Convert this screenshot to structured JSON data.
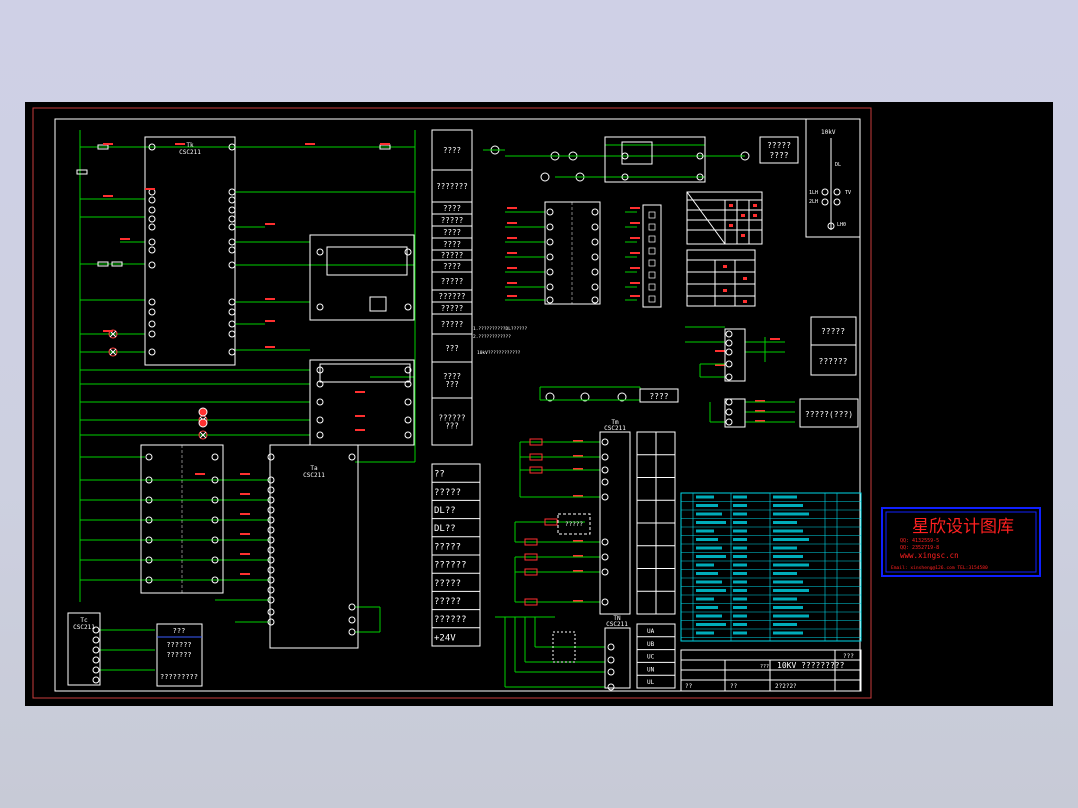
{
  "colors": {
    "background": "#000000",
    "wire": "#00d000",
    "frame": "#ffffff",
    "border_red": "#c83c3c",
    "table_cyan": "#00d8e8",
    "logo_blue": "#1020ff",
    "logo_red": "#ff2020"
  },
  "left_panel": {
    "tb_label": "Tk",
    "tb_model": "CSC211",
    "ta_label": "Ta",
    "ta_model": "CSC211",
    "tc_label": "Tc",
    "tc_model": "CSC211",
    "bottom_box_lines": [
      "???",
      "??????",
      "??????",
      "?????????"
    ]
  },
  "terminal_strip_1": [
    "????",
    "???????",
    "????",
    "?????",
    "????",
    "????",
    "?????",
    "????",
    "?????",
    "??????",
    "?????",
    "?????",
    "???",
    "????\n???",
    "??????\n???"
  ],
  "terminal_strip_2": [
    "??",
    "?????",
    "DL??",
    "DL??",
    "?????",
    "??????",
    "?????",
    "?????",
    "??????",
    "+24V"
  ],
  "mid_panel": {
    "note_line_1": "1.??????????DL??????",
    "note_line_2": "2.????????????",
    "note_line_3": "10kV????????????",
    "signal_box": "????",
    "tm_label": "Tm",
    "tm_model": "CSC211",
    "tn_label": "TN",
    "tn_model": "CSC211",
    "tn_rows": [
      "UA",
      "UB",
      "UC",
      "UN",
      "UL"
    ],
    "tm_vertical": "??????"
  },
  "right_panel": {
    "top_box": "?????\n????",
    "bus_label_1": "10kV",
    "bus_label_2": "DL",
    "bus_label_3": "1LH",
    "bus_label_4": "2LH",
    "bus_label_5": "LH0",
    "bus_label_6": "TV",
    "box_mid_1": "?????",
    "box_mid_2": "??????",
    "box_lower": "?????(???)"
  },
  "title_block": {
    "title": "10KV ?????????",
    "rows": [
      "???",
      "???"
    ],
    "bottom_left": "??",
    "bottom_mid": "??",
    "bottom_right": "2?2?2?"
  },
  "logo": {
    "name": "星欣设计图库",
    "line1": "QQ: 4132559-5",
    "line2": "QQ: 2352719-8",
    "url": "www.xingsc.cn",
    "email": "Email: xinsheng@126.com  TEL:3154580"
  }
}
